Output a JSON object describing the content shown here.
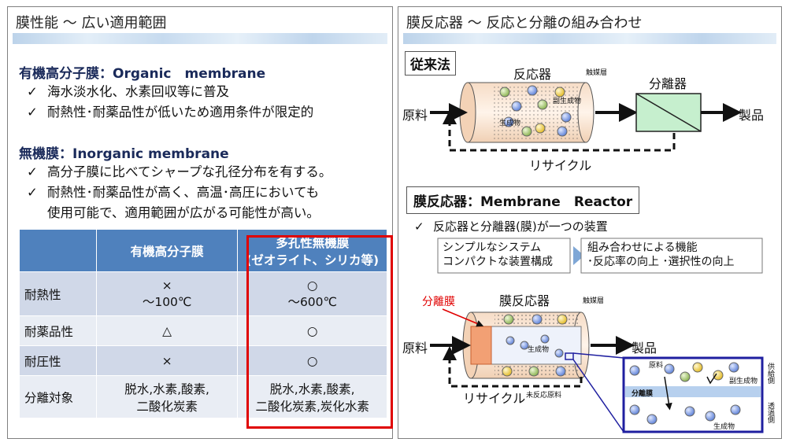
{
  "left": {
    "title": "膜性能 ～ 広い適用範囲",
    "organic_heading": "有機高分子膜：Organic　membrane",
    "organic_bullets": [
      "海水淡水化、水素回収等に普及",
      "耐熱性･耐薬品性が低いため適用条件が限定的"
    ],
    "inorganic_heading": "無機膜：Inorganic membrane",
    "inorganic_bullets": [
      "高分子膜に比べてシャープな孔径分布を有する。",
      "耐熱性･耐薬品性が高く、高温･高圧においても",
      "使用可能で、適用範囲が広がる可能性が高い。"
    ],
    "check": "✓",
    "table": {
      "col1": "有機高分子膜",
      "col2_line1": "多孔性無機膜",
      "col2_line2": "(ゼオライト、シリカ等)",
      "rows": [
        {
          "label": "耐熱性",
          "a1": "×",
          "a2": "～100℃",
          "b1": "○",
          "b2": "～600℃"
        },
        {
          "label": "耐薬品性",
          "a1": "△",
          "a2": "",
          "b1": "○",
          "b2": ""
        },
        {
          "label": "耐圧性",
          "a1": "×",
          "a2": "",
          "b1": "○",
          "b2": ""
        },
        {
          "label": "分離対象",
          "a1": "脱水,水素,酸素,",
          "a2": "二酸化炭素",
          "b1": "脱水,水素,酸素,",
          "b2": "二酸化炭素,炭化水素"
        }
      ]
    }
  },
  "right": {
    "title": "膜反応器 ～ 反応と分離の組み合わせ",
    "conventional_label": "従来法",
    "reactor_label": "反応器",
    "catalyst_layer": "触媒層",
    "byproduct": "副生成物",
    "product_small": "生成物",
    "separator_label": "分離器",
    "feed": "原料",
    "product": "製品",
    "recycle": "リサイクル",
    "mr_heading": "膜反応器：Membrane　Reactor",
    "mr_bullet": "反応器と分離器(膜)が一つの装置",
    "box1_line1": "シンプルなシステム",
    "box1_line2": "コンパクトな装置構成",
    "box2_line1": "組み合わせによる機能",
    "box2_line2": "･反応率の向上 ･選択性の向上",
    "membrane_label": "分離膜",
    "mr_reactor_label": "膜反応器",
    "unreacted": "未反応原料",
    "zoom_feed": "原料",
    "zoom_byproduct": "副生成物",
    "zoom_membrane": "分離膜",
    "zoom_product": "生成物",
    "side_supply": "供給側",
    "side_permeate": "透過側"
  },
  "colors": {
    "accent": "#4f81bd",
    "highlight": "#e00000",
    "separator_fill": "#c6efce",
    "zoom_border": "#1f1fa0"
  }
}
